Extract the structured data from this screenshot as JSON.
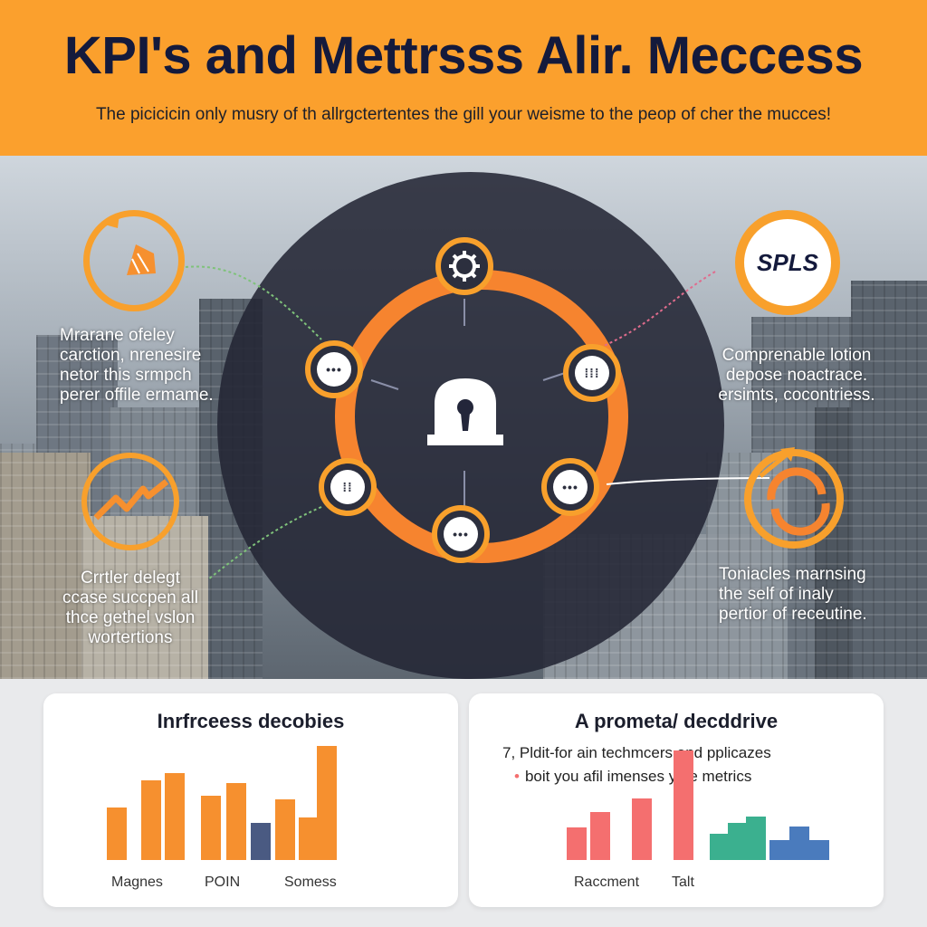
{
  "header": {
    "title": "KPI's and Mettrsss Alir. Meccess",
    "subtitle": "The picicicin only musry of th allrgctertentes the gill your weisme to the peop of cher the mucces!"
  },
  "left_top_text": [
    "Mrarane ofeley",
    "carction, nrenesire",
    "netor this srmpch",
    "perer offile ermame."
  ],
  "left_bottom_text": [
    "Crrtler delegt",
    "ccase succpen all",
    "thce gethel vslon",
    "wortertions"
  ],
  "right_top_text": [
    "Comprenable lotion",
    "depose noactrace.",
    "ersimts, cocontriess."
  ],
  "right_bottom_text": [
    "Toniacles marnsing",
    "the self of inaly",
    "pertior of receutine."
  ],
  "badge_label": "SPLS",
  "icons": {
    "top_left": "megaphone-icon",
    "mid_left": "trend-chart-icon",
    "top_right": "spls-badge-icon",
    "mid_right": "cycle-arrows-icon",
    "center": "lock-icon",
    "top_node": "gear-icon"
  },
  "colors": {
    "orange": "#fba02d",
    "accent": "#f6842f",
    "navy": "#141a3c",
    "blue_bar": "#4a5a82",
    "pink": "#f46f6f",
    "teal": "#3bb08f"
  },
  "card_left": {
    "title": "Inrfrceess decobies",
    "labels": [
      "Magnes",
      "POIN",
      "Somess"
    ],
    "bars": [
      {
        "value": 0.38,
        "color": "#f6902f"
      },
      {
        "value": 0.58,
        "color": "#f6902f"
      },
      {
        "value": 0.63,
        "color": "#f6902f"
      },
      {
        "value": 0.47,
        "color": "#f6902f"
      },
      {
        "value": 0.56,
        "color": "#f6902f"
      },
      {
        "value": 0.27,
        "color": "#4a5a82"
      },
      {
        "value": 0.44,
        "color": "#f6902f"
      },
      {
        "value": 0.31,
        "color": "#f6902f"
      },
      {
        "value": 0.83,
        "color": "#f6902f"
      }
    ]
  },
  "card_right": {
    "title": "A prometa/ decddrive",
    "note_1": "7, Pldit-for ain techmcers and pplicazes",
    "note_2": "boit you afil imenses yate metrics",
    "labels": [
      "Raccment",
      "Talt"
    ],
    "bars": [
      {
        "value": 0.21,
        "color": "#f46f6f"
      },
      {
        "value": 0.31,
        "color": "#f46f6f"
      },
      {
        "value": 0.4,
        "color": "#f46f6f"
      },
      {
        "value": 0.71,
        "color": "#f46f6f"
      },
      {
        "value": 0.17,
        "color": "#3bb08f"
      },
      {
        "value": 0.24,
        "color": "#3bb08f"
      },
      {
        "value": 0.28,
        "color": "#3bb08f"
      },
      {
        "value": 0.13,
        "color": "#4a7bbd"
      },
      {
        "value": 0.22,
        "color": "#4a7bbd"
      },
      {
        "value": 0.13,
        "color": "#4a7bbd"
      }
    ]
  }
}
